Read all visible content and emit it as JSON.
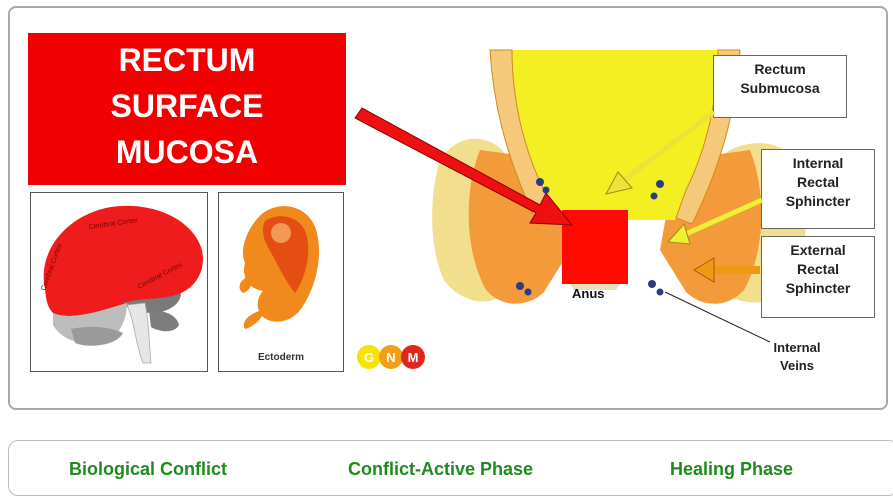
{
  "title": {
    "lines": [
      "RECTUM",
      "SURFACE",
      "MUCOSA"
    ]
  },
  "brain": {
    "labels": [
      "Cerebral Cortex",
      "Cerebral Cortex",
      "Cerebral Cortex"
    ]
  },
  "embryo": {
    "label": "Ectoderm"
  },
  "logo": {
    "letters": [
      "G",
      "N",
      "M"
    ]
  },
  "callouts": {
    "submucosa": [
      "Rectum",
      "Submucosa"
    ],
    "internal": [
      "Internal",
      "Rectal",
      "Sphincter"
    ],
    "external": [
      "External",
      "Rectal",
      "Sphincter"
    ],
    "anus": "Anus",
    "veins": [
      "Internal",
      "Veins"
    ]
  },
  "tabs": [
    {
      "label": "Biological Conflict"
    },
    {
      "label": "Conflict-Active Phase"
    },
    {
      "label": "Healing Phase"
    }
  ],
  "colors": {
    "title_bg": "#f00000",
    "tab_text": "#1f8a1f",
    "lumen": "#f3ef1a",
    "muscle": "#f2a043",
    "fat": "#f3e49b"
  }
}
